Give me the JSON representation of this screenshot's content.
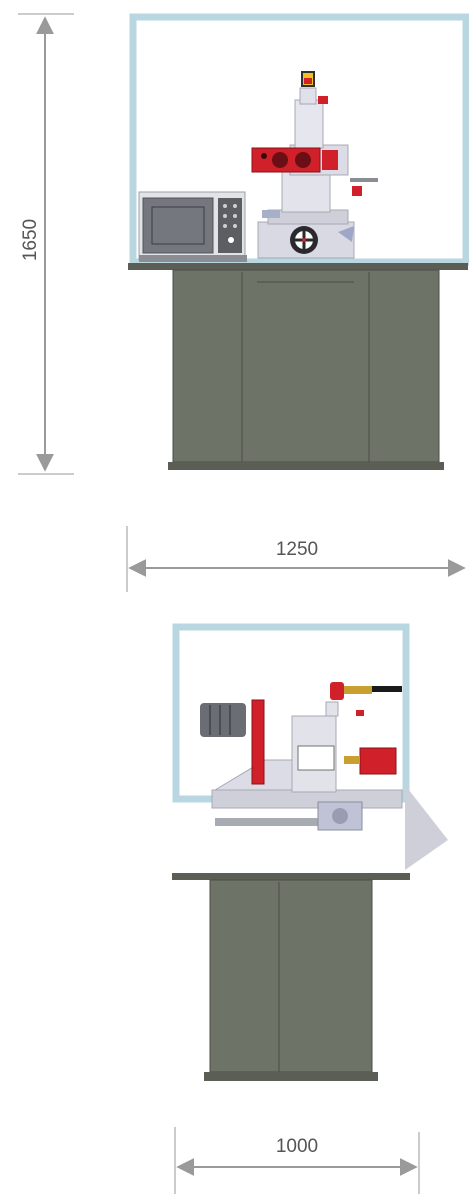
{
  "dimensions": {
    "height": {
      "label": "1650"
    },
    "width_front": {
      "label": "1250"
    },
    "width_side": {
      "label": "1000"
    }
  },
  "colors": {
    "cabinet": "#6e7367",
    "cabinet_dark": "#5a5e54",
    "enclosure_frame": "#b8d7e0",
    "machine_body": "#d9d9e3",
    "accent_red": "#d0202a",
    "dimension_line": "#9a9a9a"
  }
}
